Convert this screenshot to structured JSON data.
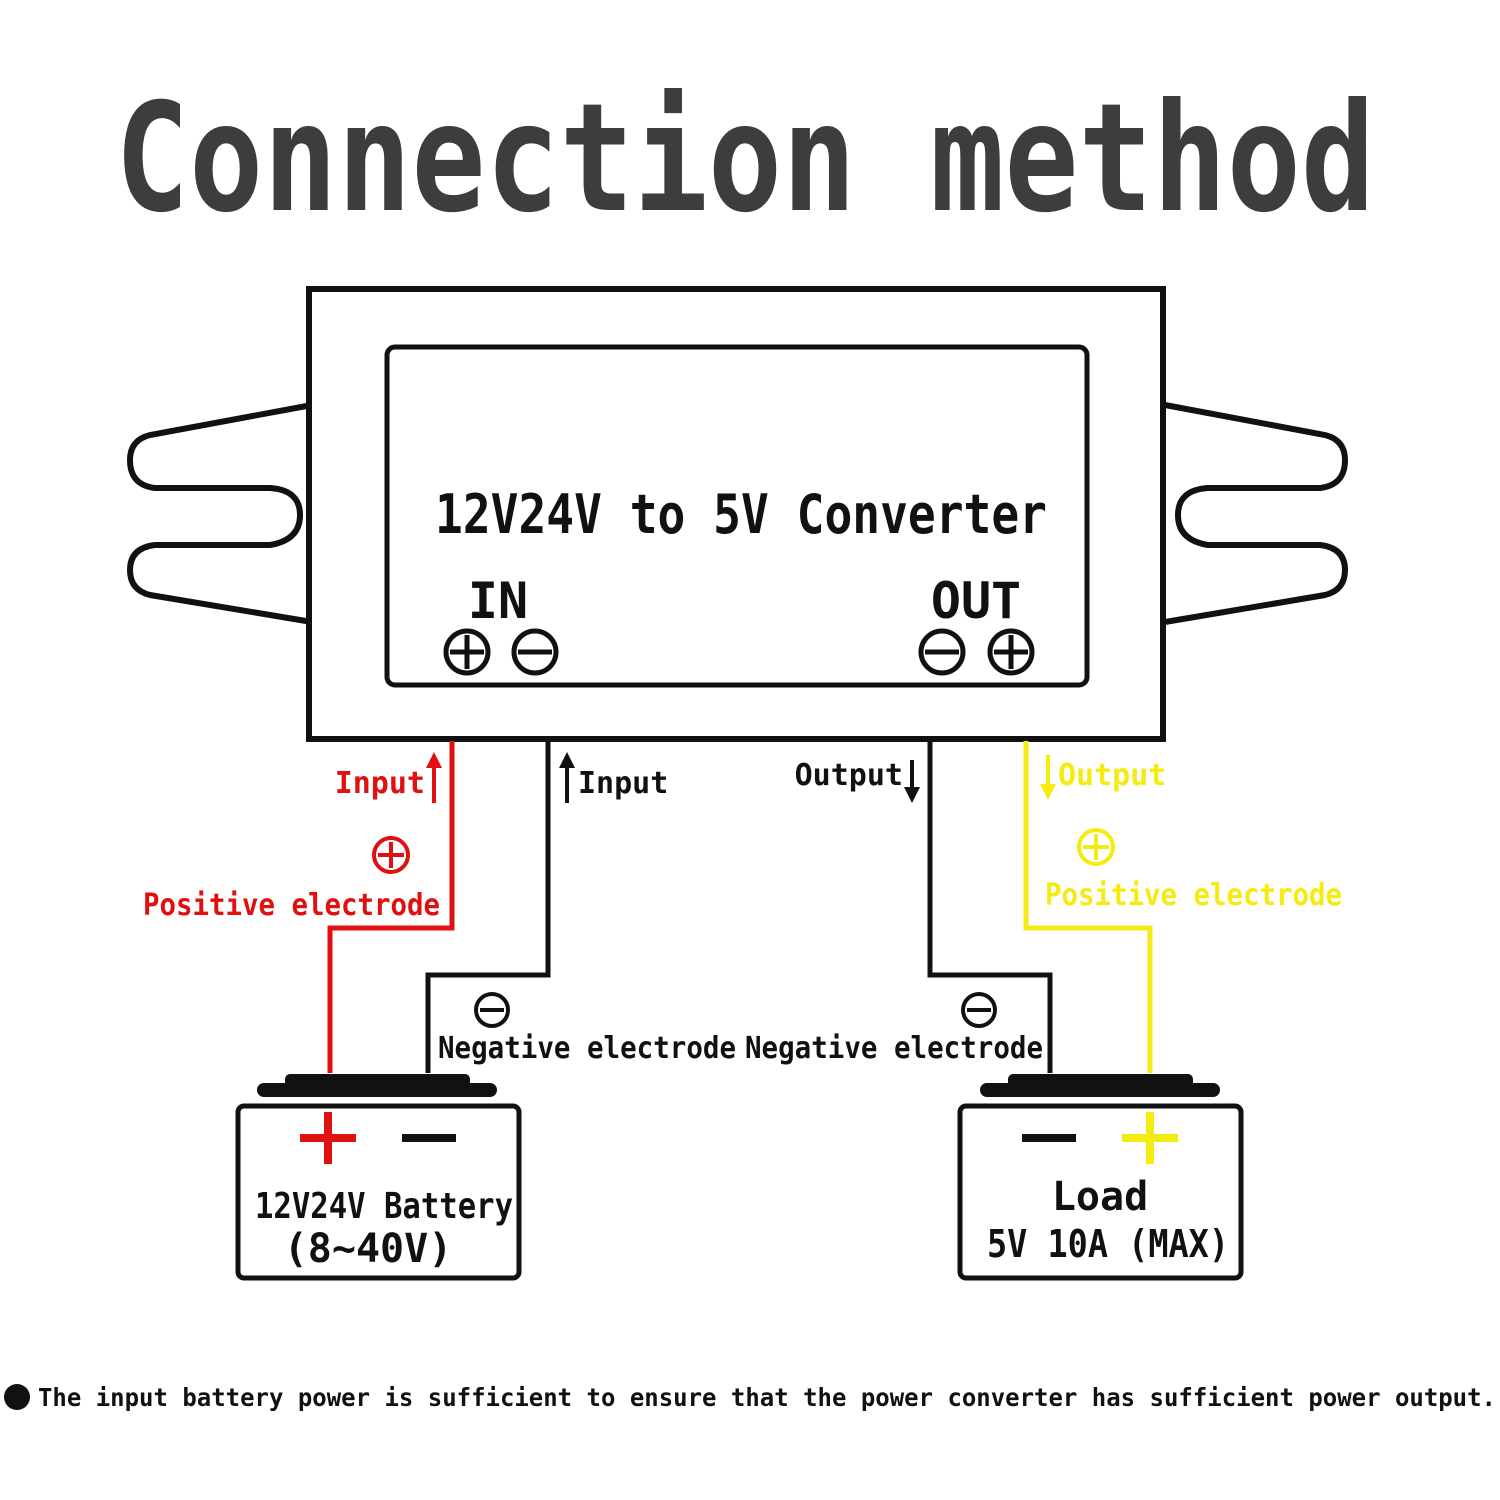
{
  "title": "Connection method",
  "converter": {
    "label": "12V24V to 5V Converter",
    "in_label": "IN",
    "out_label": "OUT"
  },
  "wires": {
    "in_positive": {
      "arrow_label": "Input",
      "symbol": "⊕",
      "label": "Positive electrode",
      "color": "#e01010"
    },
    "in_negative": {
      "arrow_label": "Input",
      "symbol": "⊖",
      "label": "Negative electrode",
      "color": "#111111"
    },
    "out_negative": {
      "arrow_label": "Output",
      "symbol": "⊖",
      "label": "Negative electrode",
      "color": "#111111"
    },
    "out_positive": {
      "arrow_label": "Output",
      "symbol": "⊕",
      "label": "Positive electrode",
      "color": "#f5eb10"
    }
  },
  "battery": {
    "line1": "12V24V Battery",
    "line2": "(8~40V)"
  },
  "load": {
    "line1": "Load",
    "line2": "5V 10A (MAX)"
  },
  "footnote": "The input battery power is sufficient to ensure that the power converter has sufficient power output."
}
